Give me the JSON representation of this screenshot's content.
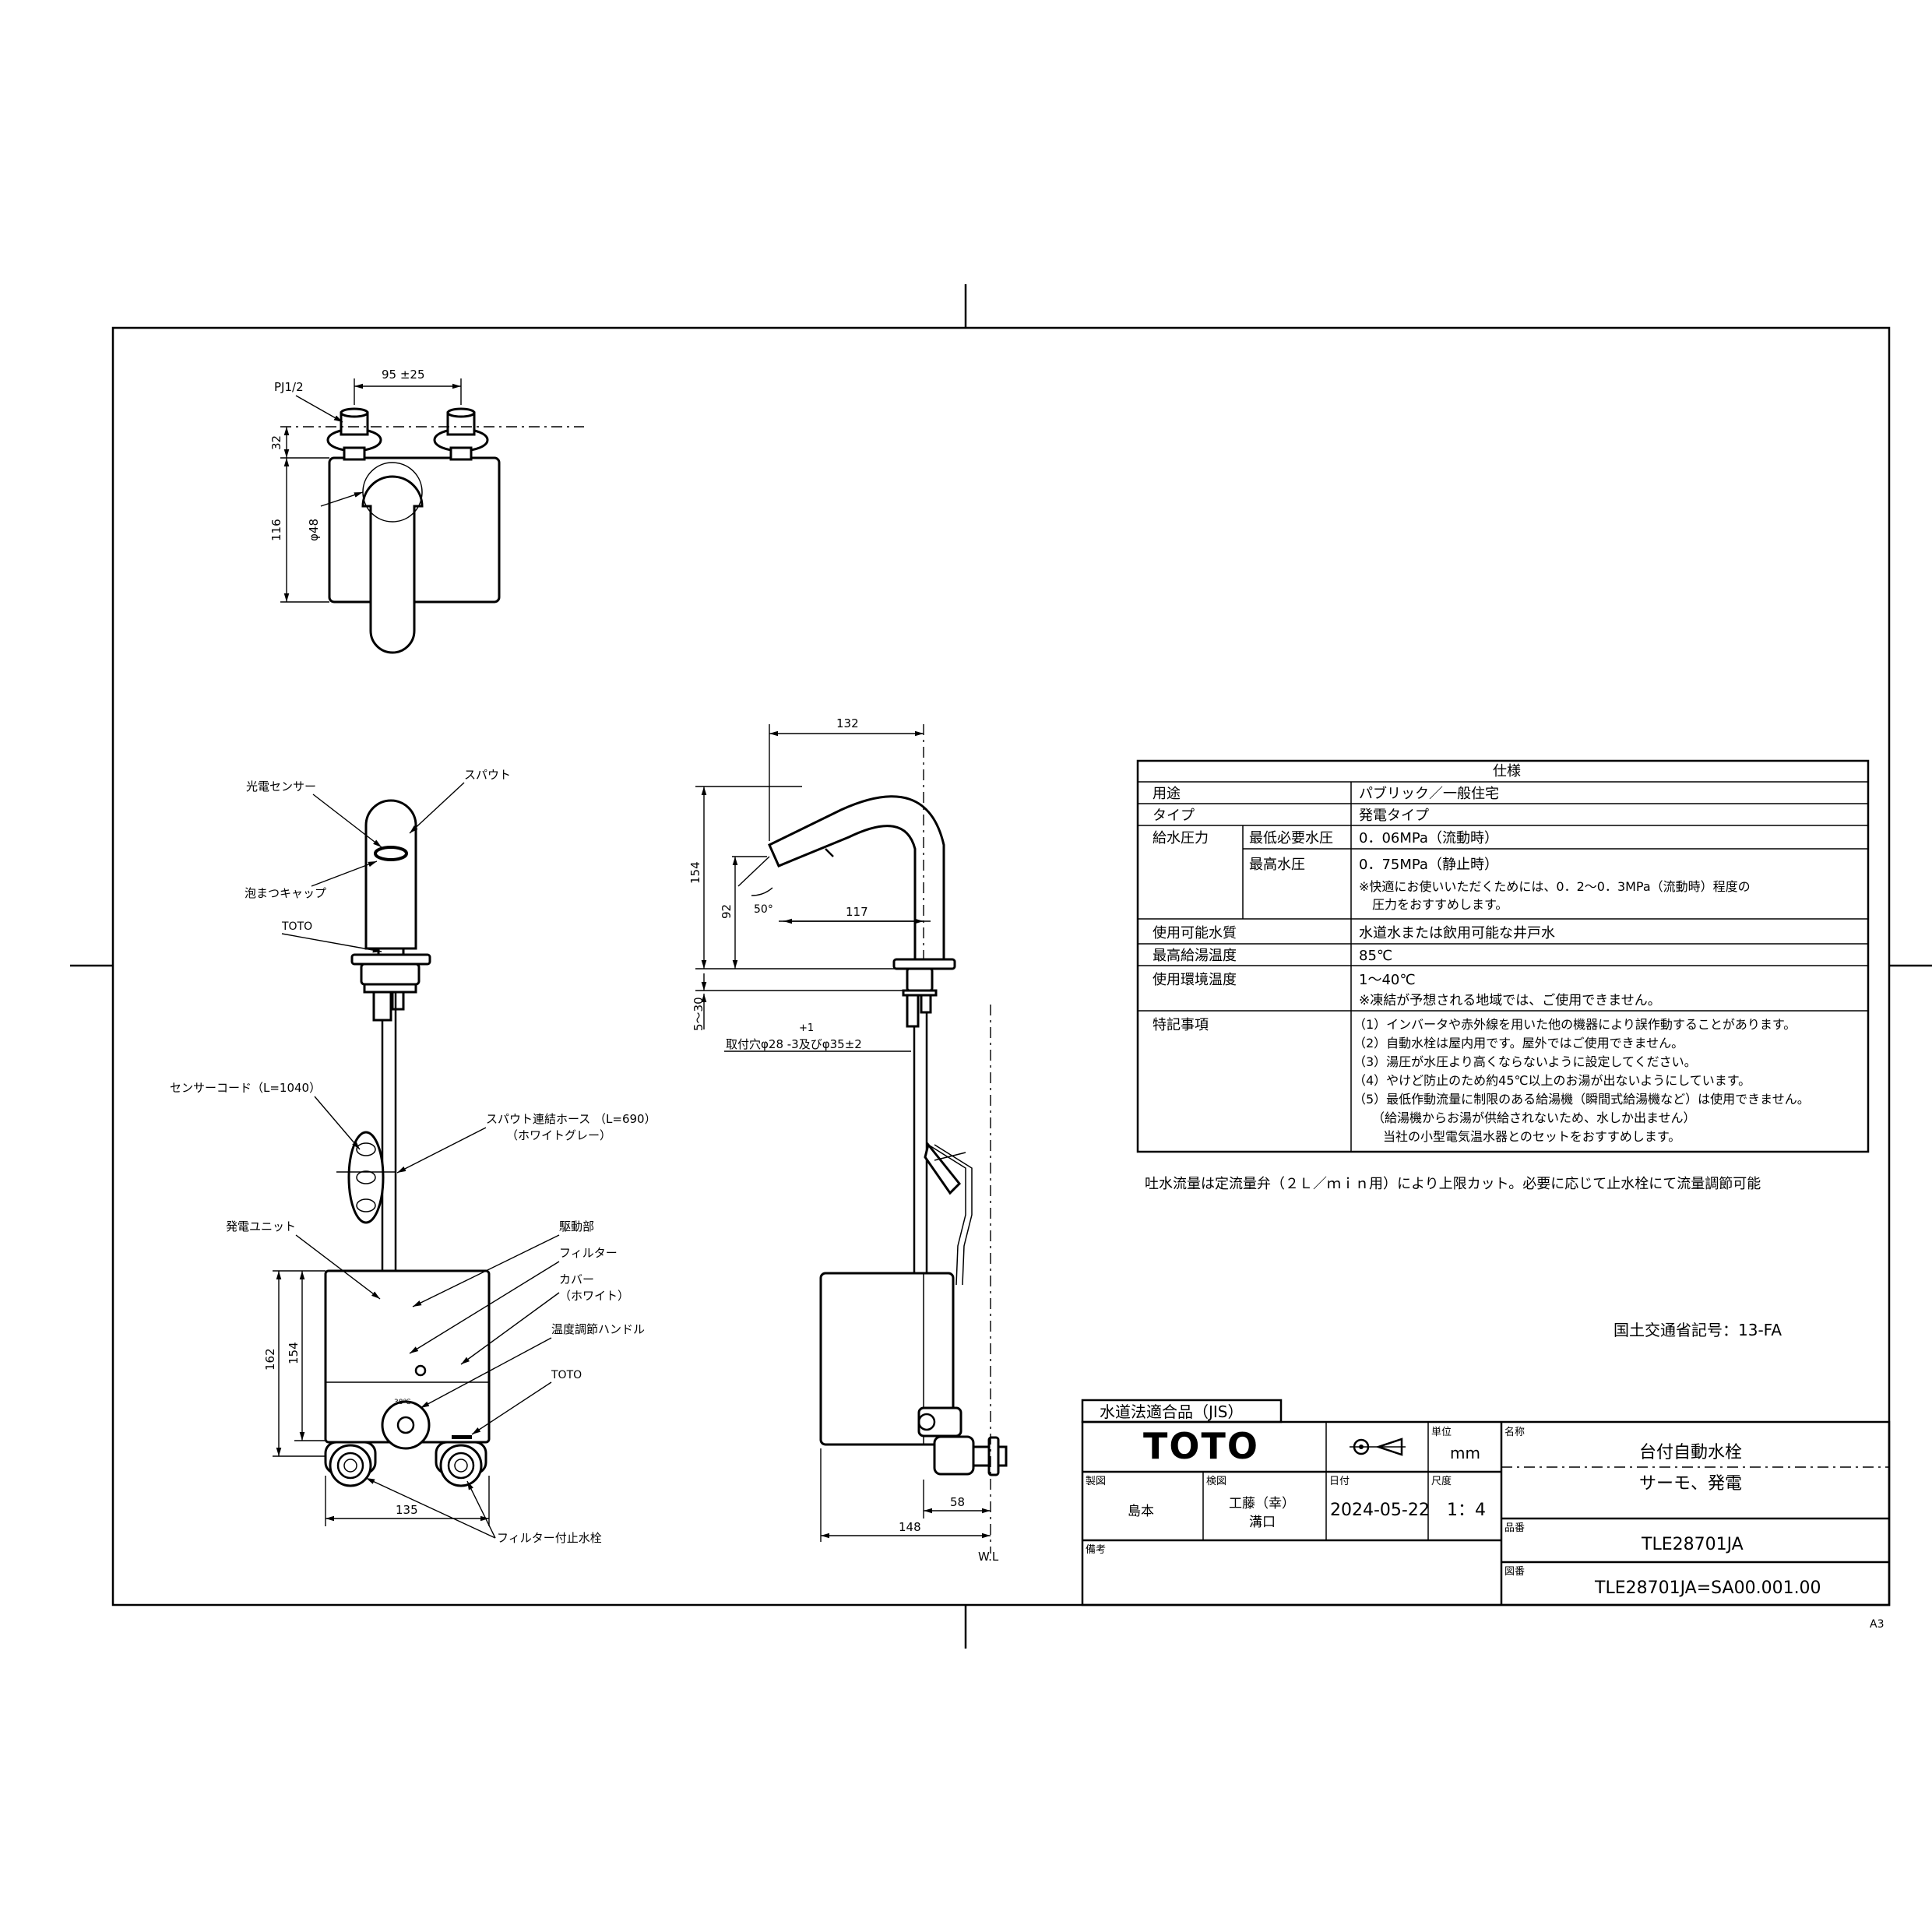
{
  "top_view": {
    "pj_label": "PJ1/2",
    "dim_width": "95 ±25",
    "dim_32": "32",
    "dim_116": "116",
    "dim_dia48": "φ48"
  },
  "front_view": {
    "sensor_label": "光電センサー",
    "spout_label": "スパウト",
    "aerator_label": "泡まつキャップ",
    "toto_label": "TOTO",
    "sensor_cord_label": "センサーコード（L=1040）",
    "hose_label_1": "スパウト連結ホース （L=690）",
    "hose_label_2": "（ホワイトグレー）",
    "generator_label": "発電ユニット",
    "drive_label": "駆動部",
    "filter_label": "フィルター",
    "cover_label_1": "カバー",
    "cover_label_2": "（ホワイト）",
    "temp_handle_label": "温度調節ハンドル",
    "toto_label_2": "TOTO",
    "dim_162": "162",
    "dim_154": "154",
    "dim_135": "135",
    "filter_valve_label": "フィルター付止水栓",
    "dial_text": "38℃"
  },
  "side_view": {
    "dim_132": "132",
    "dim_154": "154",
    "dim_92": "92",
    "dim_117": "117",
    "angle": "50°",
    "dim_5_30": "5〜30",
    "hole_plus": "+1",
    "hole_text": "取付穴φ28 -3及びφ35±2",
    "dim_58": "58",
    "dim_148": "148",
    "wl": "W.L"
  },
  "spec": {
    "title": "仕様",
    "rows": {
      "use_label": "用途",
      "use_value": "パブリック／一般住宅",
      "type_label": "タイプ",
      "type_value": "発電タイプ",
      "pressure_label": "給水圧力",
      "min_label": "最低必要水圧",
      "min_value": "0．06MPa（流動時）",
      "max_label": "最高水圧",
      "max_value": "0．75MPa（静止時）",
      "max_note_1": "※快適にお使いいただくためには、0．2〜0．3MPa（流動時）程度の",
      "max_note_2": "圧力をおすすめします。",
      "water_label": "使用可能水質",
      "water_value": "水道水または飲用可能な井戸水",
      "hot_label": "最高給湯温度",
      "hot_value": "85℃",
      "env_label": "使用環境温度",
      "env_value": "1〜40℃",
      "env_note": "※凍結が予想される地域では、ご使用できません。",
      "notes_label": "特記事項",
      "note_1": "（1）インバータや赤外線を用いた他の機器により誤作動することがあります。",
      "note_2": "（2）自動水栓は屋内用です。屋外ではご使用できません。",
      "note_3": "（3）湯圧が水圧より高くならないように設定してください。",
      "note_4": "（4）やけど防止のため約45℃以上のお湯が出ないようにしています。",
      "note_5": "（5）最低作動流量に制限のある給湯機（瞬間式給湯機など）は使用できません。",
      "note_6": "（給湯機からお湯が供給されないため、水しか出ません）",
      "note_7": "当社の小型電気温水器とのセットをおすすめします。"
    }
  },
  "flow_note": "吐水流量は定流量弁（２Ｌ／ｍｉｎ用）により上限カット。必要に応じて止水栓にて流量調節可能",
  "mlit_code": "国土交通省記号：13-FA",
  "title_block": {
    "jis_badge": "水道法適合品（JIS）",
    "logo": "TOTO",
    "unit_label": "単位",
    "unit_value": "mm",
    "name_label": "名称",
    "name_1": "台付自動水栓",
    "name_2": "サーモ、発電",
    "drawn_label": "製図",
    "drawn_value": "島本",
    "checked_label": "検図",
    "checked_1": "工藤（幸）",
    "checked_2": "溝口",
    "date_label": "日付",
    "date_value": "2024-05-22",
    "scale_label": "尺度",
    "scale_value": "1：4",
    "part_label": "品番",
    "part_value": "TLE28701JA",
    "remarks_label": "備考",
    "dwg_label": "図番",
    "dwg_value": "TLE28701JA=SA00.001.00"
  },
  "sheet_size": "A3"
}
